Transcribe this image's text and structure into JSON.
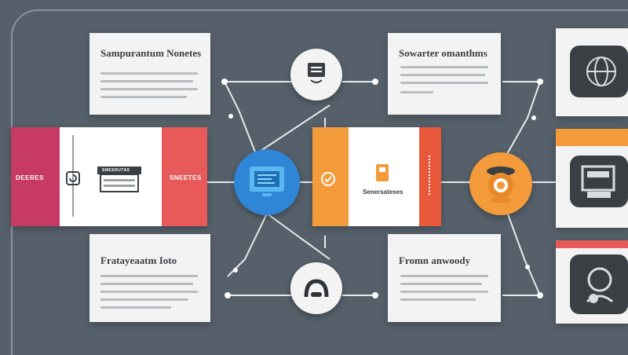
{
  "cards": {
    "top_left_title": "Sampurantum Nonetes",
    "top_mid_title": "Sowarter omanthms",
    "bottom_left_title": "Fratayeaatm Ioto",
    "bottom_mid_title": "Fromn anwoody"
  },
  "band_left": {
    "left_label": "DEERES",
    "right_label": "SNEETES",
    "bar_label": "SMEERUTAS"
  },
  "band_mid": {
    "card_label": "Senersateses"
  },
  "colors": {
    "background": "#55606a",
    "magenta": "#c73a64",
    "red": "#e85a5a",
    "orange": "#f39a3a",
    "orange_red": "#e8583a",
    "blue": "#2f86d6",
    "panel": "#f3f3f3",
    "dark_icon": "#3a3f44"
  },
  "icons": {
    "top_node": "document-icon",
    "bottom_node": "headset-icon",
    "center_node": "screen-icon",
    "right_node": "pot-icon",
    "right_top": "sphere-icon",
    "right_mid": "device-icon",
    "right_bottom": "avatar-icon"
  }
}
